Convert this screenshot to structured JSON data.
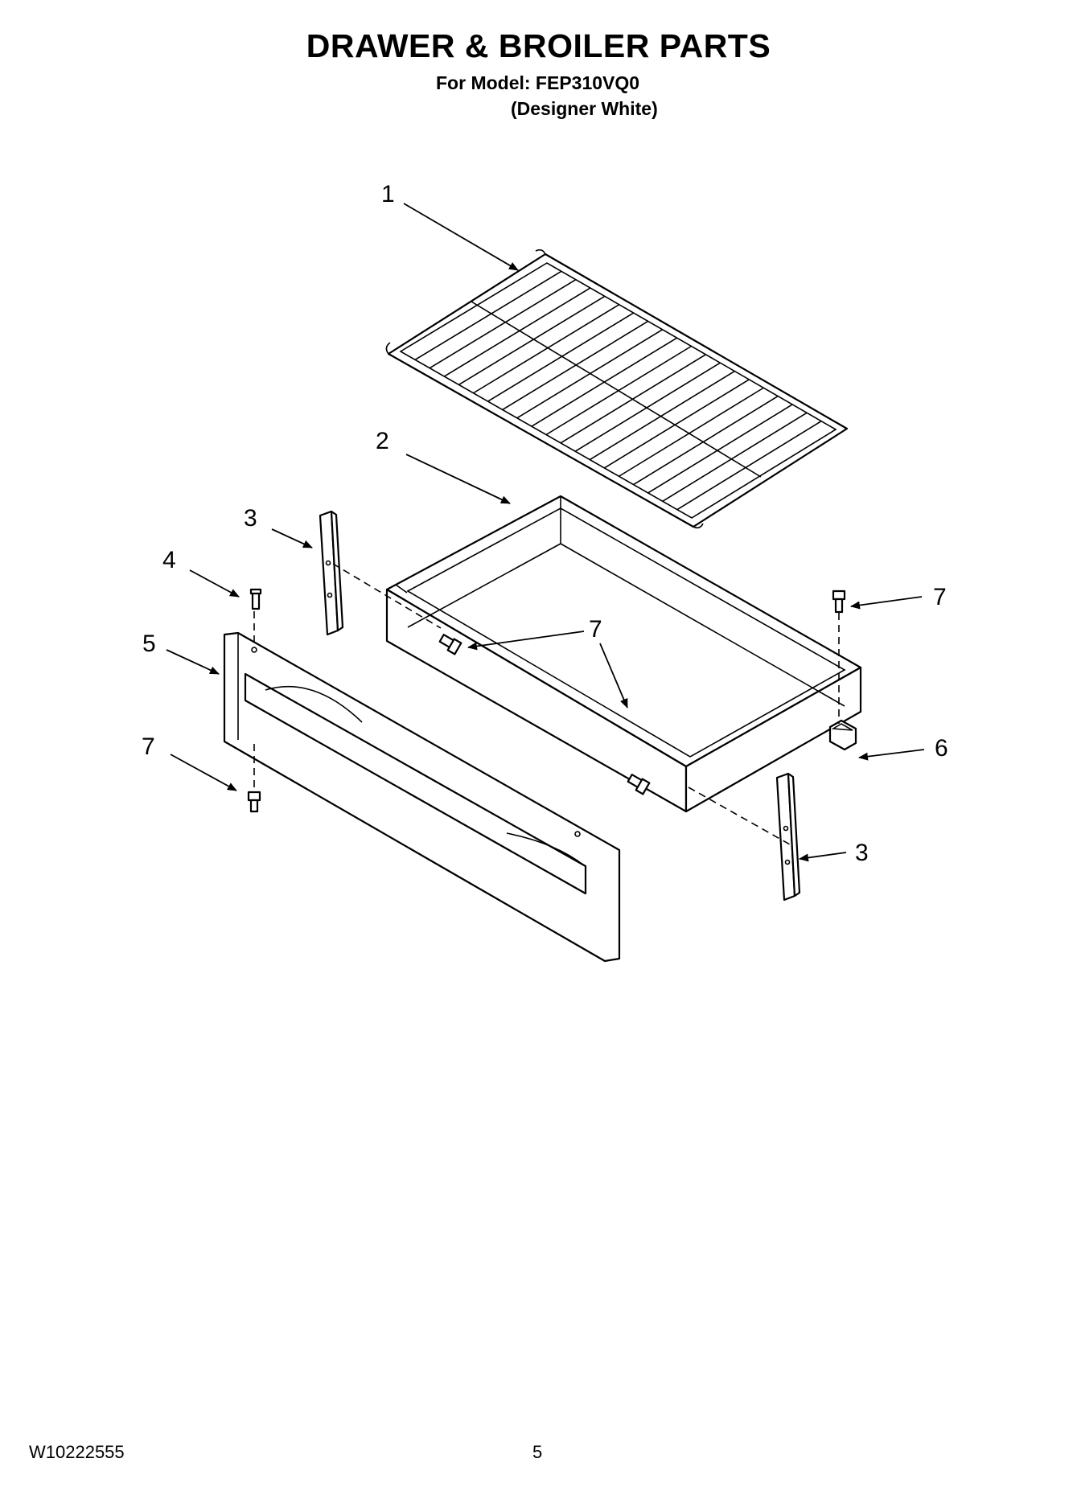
{
  "header": {
    "title": "DRAWER & BROILER PARTS",
    "model_line": "For Model: FEP310VQ0",
    "color_line": "(Designer White)"
  },
  "callouts": {
    "c1": "1",
    "c2": "2",
    "c3a": "3",
    "c3b": "3",
    "c4": "4",
    "c5": "5",
    "c6": "6",
    "c7a": "7",
    "c7b": "7",
    "c7c": "7"
  },
  "footer": {
    "doc_number": "W10222555",
    "page_number": "5"
  }
}
